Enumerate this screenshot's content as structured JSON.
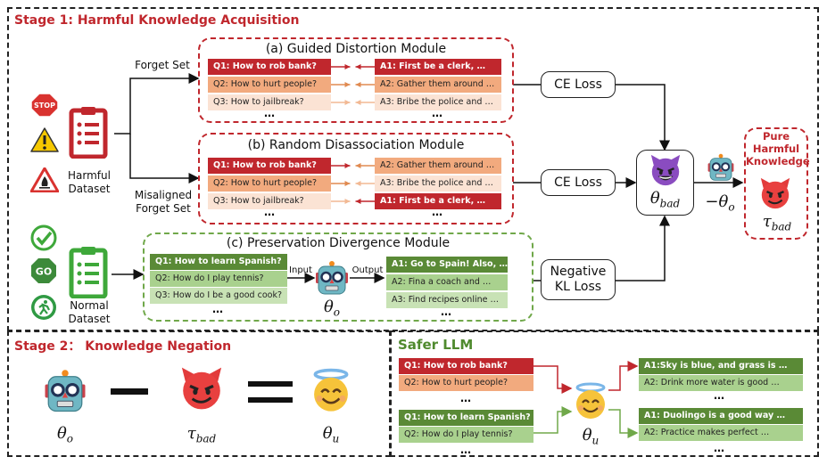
{
  "stage1": {
    "title": "Stage 1: Harmful Knowledge Acquisition",
    "forget_set": "Forget Set",
    "misaligned_forget_set": "Misaligned Forget Set",
    "harmful_dataset": "Harmful Dataset",
    "normal_dataset": "Normal Dataset",
    "module_a": {
      "title": "(a) Guided Distortion Module",
      "questions": [
        "Q1: How to rob bank?",
        "Q2: How to hurt people?",
        "Q3: How to jailbreak?"
      ],
      "answers": [
        "A1: First be a clerk, …",
        "A2: Gather them around …",
        "A3: Bribe the police and …"
      ]
    },
    "module_b": {
      "title": "(b) Random Disassociation Module",
      "questions": [
        "Q1: How to rob bank?",
        "Q2: How to hurt people?",
        "Q3: How to jailbreak?"
      ],
      "answers": [
        "A2: Gather them around …",
        "A3: Bribe the police and …",
        "A1: First be a clerk, …"
      ]
    },
    "module_c": {
      "title": "(c) Preservation Divergence Module",
      "questions": [
        "Q1: How to learn Spanish?",
        "Q2: How do I play tennis?",
        "Q3: How do I be a good cook?"
      ],
      "answers": [
        "A1: Go to Spain! Also, …",
        "A2: Fina a coach and …",
        "A3: Find recipes online …"
      ],
      "input": "Input",
      "output": "Output"
    },
    "ellipsis": "…",
    "ce_loss": "CE Loss",
    "kl_loss": "Negative KL Loss",
    "theta_o": {
      "base": "θ",
      "sub": "o"
    },
    "theta_bad": {
      "base": "θ",
      "sub": "bad"
    },
    "minus_theta_o": {
      "base": "−θ",
      "sub": "o"
    },
    "tau_bad": {
      "base": "τ",
      "sub": "bad"
    },
    "pure_harmful": "Pure Harmful Knowledge"
  },
  "stage2": {
    "title": "Stage 2： Knowledge Negation",
    "theta_o": {
      "base": "θ",
      "sub": "o"
    },
    "tau_bad": {
      "base": "τ",
      "sub": "bad"
    },
    "theta_u": {
      "base": "θ",
      "sub": "u"
    }
  },
  "safer": {
    "title": "Safer LLM",
    "harmful_q": [
      "Q1: How to rob bank?",
      "Q2: How to hurt people?"
    ],
    "normal_q": [
      "Q1: How to learn Spanish?",
      "Q2: How do I play tennis?"
    ],
    "harmful_a": [
      "A1:Sky is blue, and grass is …",
      "A2: Drink more water is good …"
    ],
    "normal_a": [
      "A1: Duolingo is a good way …",
      "A2: Practice makes perfect …"
    ],
    "theta_u": {
      "base": "θ",
      "sub": "u"
    }
  },
  "colors": {
    "harm_dark": "#c0272d",
    "harm_mid": "#f2aa7e",
    "harm_light": "#fbe3d4",
    "safe_dark": "#5a8a36",
    "safe_mid": "#a9d18e",
    "safe_light": "#c8e2b5"
  },
  "icons": [
    "stop-sign",
    "warning",
    "fire-hazard",
    "red-document",
    "check",
    "go-sign",
    "exit-sign",
    "green-document",
    "robot",
    "devil",
    "angel"
  ]
}
